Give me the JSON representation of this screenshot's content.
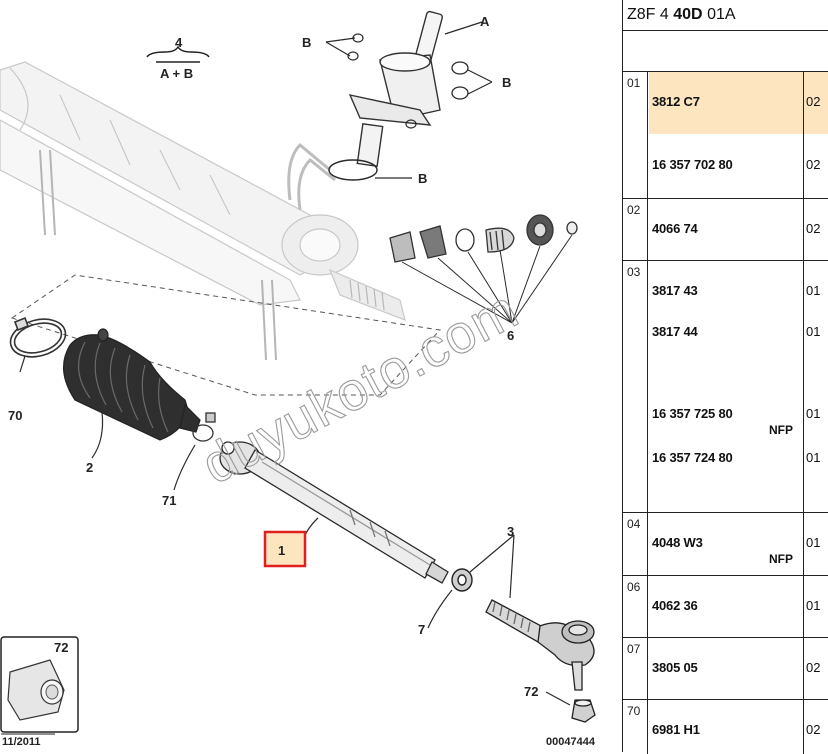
{
  "header": {
    "model": "Z8F 4",
    "bold_code": "40D",
    "suffix": "01A"
  },
  "diagram": {
    "callouts": {
      "a": "A",
      "b": "B",
      "group": "4",
      "group_formula": "A + B",
      "item1": "1",
      "item2": "2",
      "item3": "3",
      "item6": "6",
      "item7": "7",
      "item70": "70",
      "item71": "71",
      "item72_inset": "72",
      "item72": "72"
    },
    "date": "11/2011",
    "ref": "00047444",
    "watermark": "duyukoto.com"
  },
  "parts": [
    {
      "index": "01",
      "rows": [
        {
          "number": "3812 C7",
          "qty": "02",
          "highlighted": true
        },
        {
          "number": "16 357 702 80",
          "qty": "02"
        }
      ]
    },
    {
      "index": "02",
      "rows": [
        {
          "number": "4066 74",
          "qty": "02"
        }
      ]
    },
    {
      "index": "03",
      "rows": [
        {
          "number": "3817 43",
          "qty": "01"
        },
        {
          "number": "3817 44",
          "qty": "01"
        },
        {
          "number": "16 357 725 80",
          "qty": "01",
          "flag": "NFP"
        },
        {
          "number": "16 357 724 80",
          "qty": "01"
        }
      ]
    },
    {
      "index": "04",
      "rows": [
        {
          "number": "4048 W3",
          "qty": "01",
          "flag": "NFP"
        }
      ]
    },
    {
      "index": "06",
      "rows": [
        {
          "number": "4062 36",
          "qty": "01"
        }
      ]
    },
    {
      "index": "07",
      "rows": [
        {
          "number": "3805 05",
          "qty": "02"
        }
      ]
    },
    {
      "index": "70",
      "rows": [
        {
          "number": "6981 H1",
          "qty": "02"
        }
      ]
    }
  ],
  "colors": {
    "highlight": "#fde5c0",
    "callout_box_border": "#e01f1f",
    "callout_box_fill": "#fde5c0"
  }
}
